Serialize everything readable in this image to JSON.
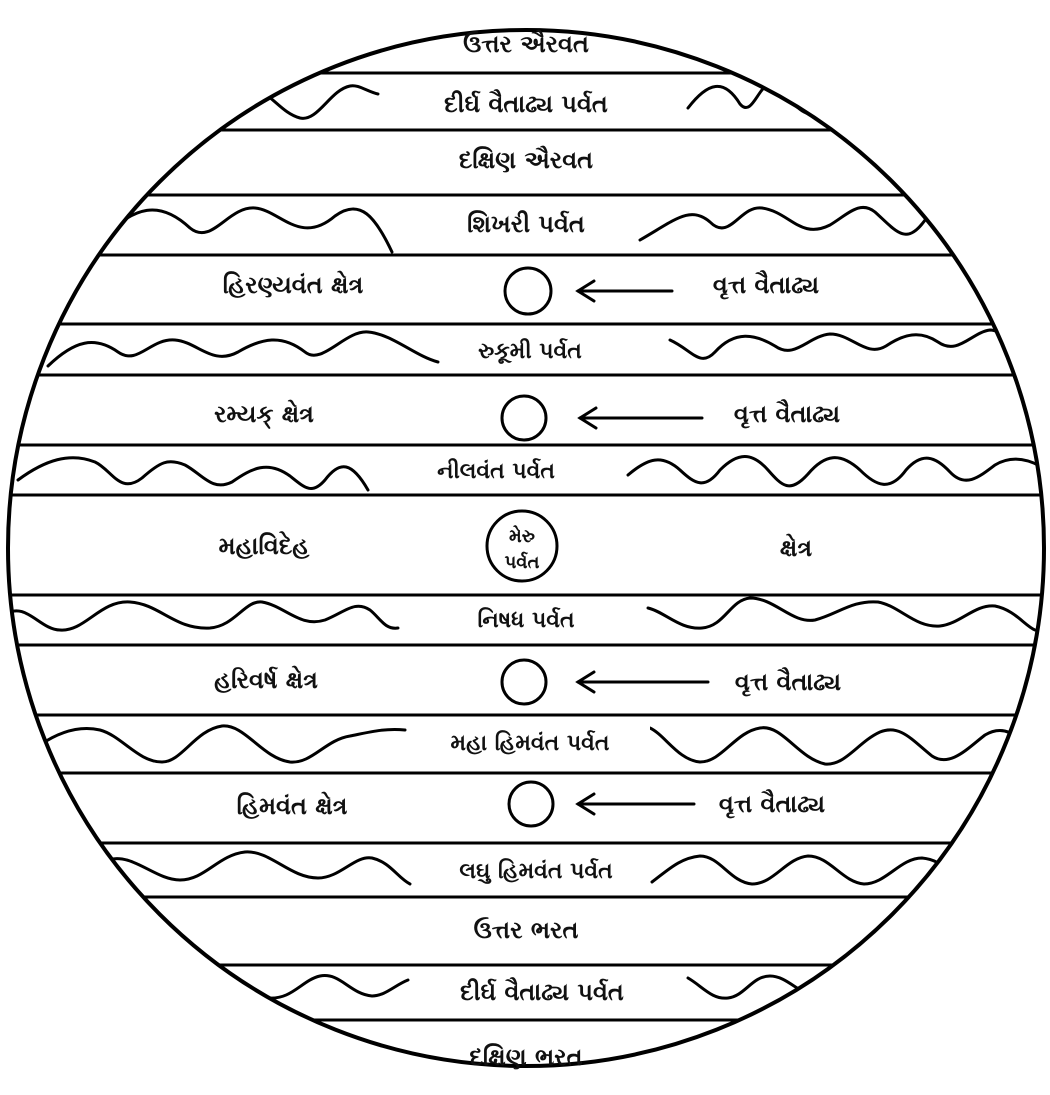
{
  "regions": {
    "north_airavat": "ઉત્તર ઐરવત",
    "long_vaitadhya_1": "દીર્ઘ વૈતાઢ્ય પર્વત",
    "south_airavat": "દક્ષિણ ઐરવત",
    "shikhari": "શિખરી પર્વત",
    "hiranyavant": "હિરણ્યવંત ક્ષેત્ર",
    "rukmi": "રુકૂમી પર્વત",
    "ramyak": "રમ્યક્ ક્ષેત્ર",
    "nilvant": "નીલવંત પર્વત",
    "mahavideh": "મહાવિદેહ",
    "kshetra": "ક્ષેત્ર",
    "meru_line1": "મેરુ",
    "meru_line2": "પર્વત",
    "nishadh": "નિષધ પર્વત",
    "harivarsh": "હરિવર્ષ ક્ષેત્ર",
    "maha_himvant": "મહા હિમવંત પર્વત",
    "himvant": "હિમવંત ક્ષેત્ર",
    "laghu_himvant": "લઘુ હિમવંત પર્વત",
    "north_bharat": "ઉત્તર ભરત",
    "long_vaitadhya_2": "દીર્ઘ વૈતાઢ્ય પર્વત",
    "south_bharat": "દક્ષિણ ભરત"
  },
  "vritta": {
    "label_1": "વૃત્ત વૈતાઢ્ય",
    "label_2": "વૃત્ત વૈતાઢ્ય",
    "label_3": "વૃત્ત વૈતાઢ્ય",
    "label_4": "વૃત્ત વૈતાઢ્ય"
  }
}
